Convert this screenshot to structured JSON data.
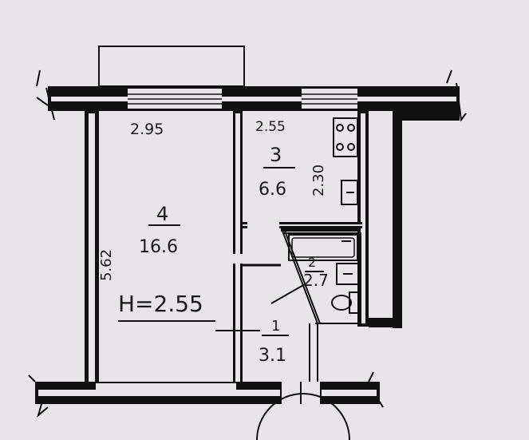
{
  "rooms": [
    {
      "number": "4",
      "area": "16.6"
    },
    {
      "number": "3",
      "area": "6.6"
    },
    {
      "number": "2",
      "area": "2.7"
    },
    {
      "number": "1",
      "area": "3.1"
    }
  ],
  "dimensions": {
    "room4_width": "2.95",
    "room4_length": "5.62",
    "kitchen_width": "2.55",
    "kitchen_length": "2.30"
  },
  "ceiling_height": "H=2.55"
}
